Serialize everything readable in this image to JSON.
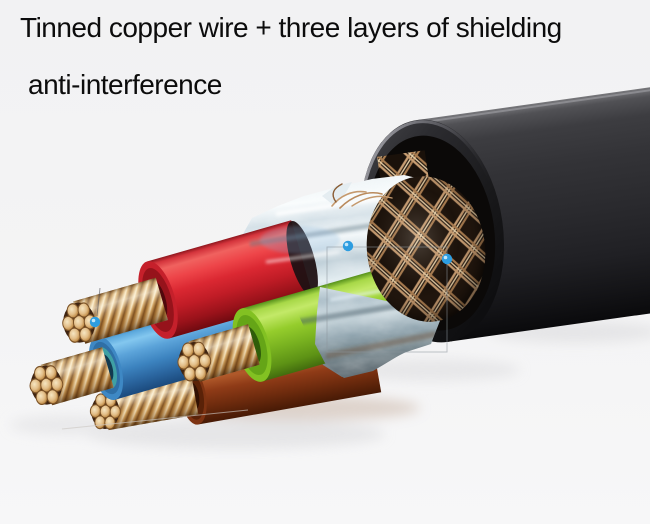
{
  "heading": {
    "line1": "Tinned copper wire + three layers of shielding",
    "line2": "anti-interference",
    "color": "#0c0c0c"
  },
  "scene": {
    "background": "#f3f3f4",
    "parts": {
      "jacket": {
        "label": "outer-jacket",
        "color": "#2a2a2e"
      },
      "braid": {
        "label": "braided-shield",
        "color": "#c79d72"
      },
      "foil": {
        "label": "foil-shield",
        "color": "#cfdde4"
      },
      "copper": {
        "label": "copper-strands",
        "color": "#d9ab66"
      },
      "wires": [
        {
          "label": "red-wire",
          "color": "#db2832"
        },
        {
          "label": "blue-wire",
          "color": "#3c83bf"
        },
        {
          "label": "green-wire",
          "color": "#8fcb26"
        },
        {
          "label": "brown-wire",
          "color": "#8f3b17"
        }
      ]
    },
    "markers": {
      "color": "#2d9de0",
      "count": 3
    }
  }
}
